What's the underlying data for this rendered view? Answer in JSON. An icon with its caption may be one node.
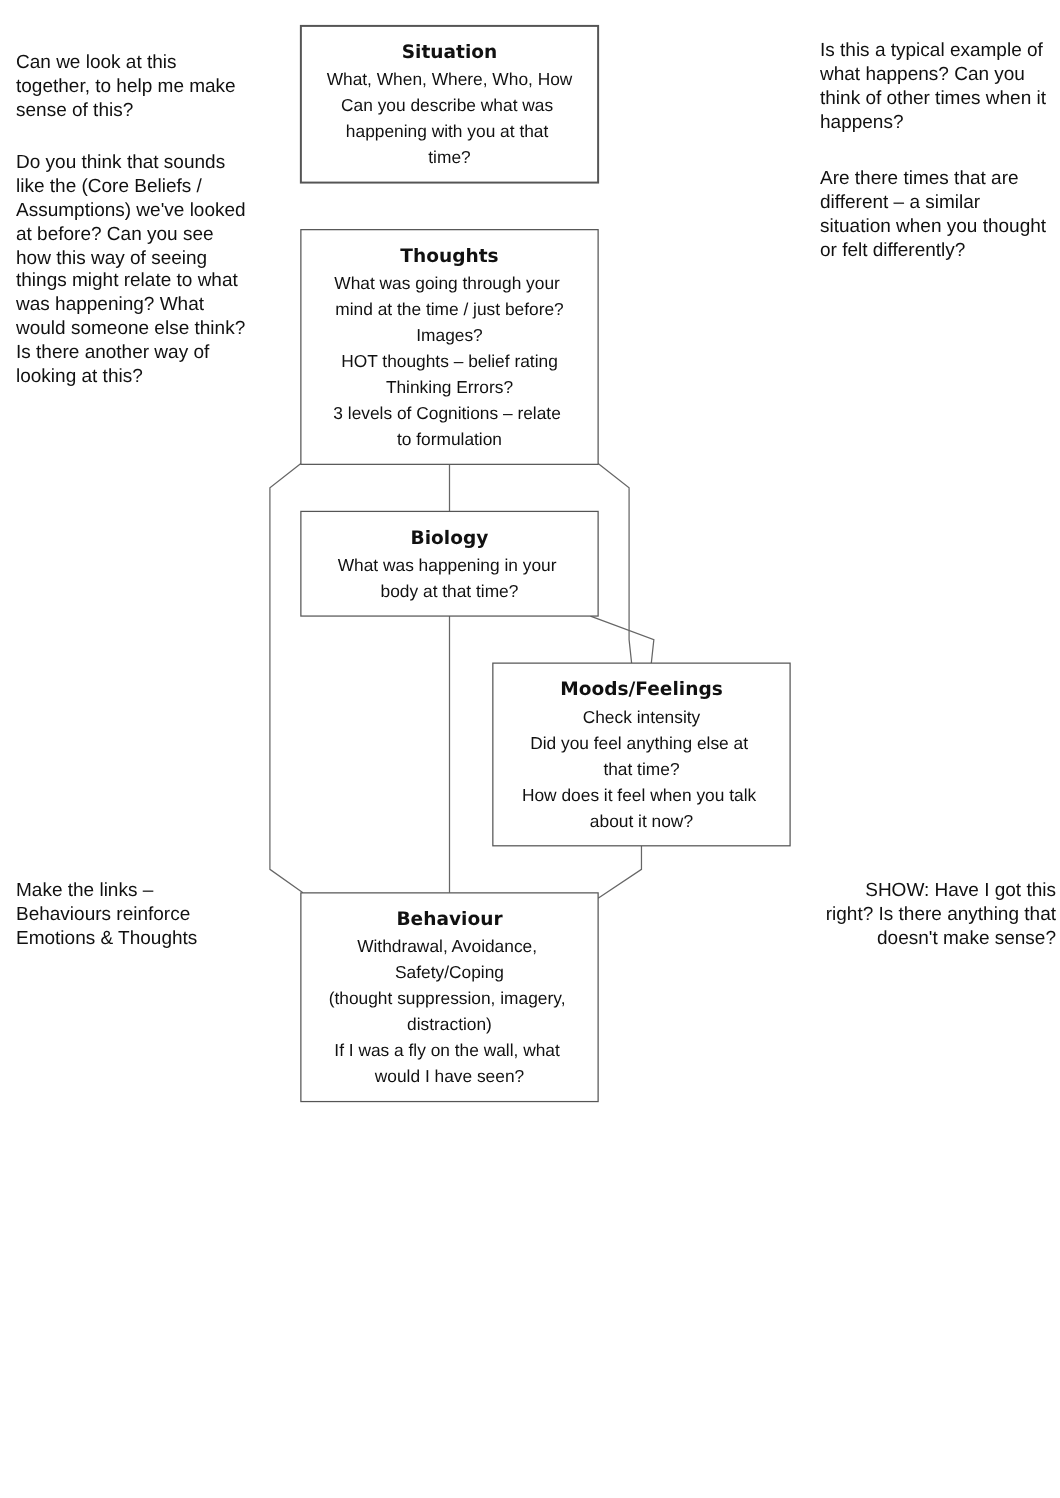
{
  "diagram": {
    "nodes": [
      {
        "text": [
          "Situation",
          "What, When, Where, Who, How",
          "Can you describe what was happening with you at that time?"
        ]
      },
      {
        "text": [
          "Thoughts",
          "What was going through your mind at the time / just before?",
          "Images?",
          "HOT thoughts – belief rating",
          "Thinking Errors?",
          "3 levels of Cognitions – relate to formulation"
        ]
      },
      {
        "text": [
          "Biology",
          "What was happening in your body at that time?"
        ]
      },
      {
        "text": [
          "Moods/Feelings",
          "Check intensity",
          "Did you feel anything else at that time?",
          "How does it feel when you talk about it now?"
        ]
      },
      {
        "text": [
          "Behaviour",
          "Withdrawal, Avoidance, Safety/Coping",
          "(thought suppression, imagery, distraction)",
          "If I was a fly on the wall, what would I have seen?"
        ]
      }
    ],
    "edges": [
      {
        "from": 1,
        "to": 2,
        "arrow": "none"
      },
      {
        "from": 1,
        "to": 3,
        "arrow": "none"
      },
      {
        "from": 1,
        "to": 4,
        "arrow": "none"
      },
      {
        "from": 2,
        "to": 3,
        "arrow": "none"
      },
      {
        "from": 2,
        "to": 4,
        "arrow": "none"
      },
      {
        "from": 3,
        "to": 4,
        "arrow": "none"
      }
    ],
    "labels": [
      "Can we look at this together, to help me make sense of this?",
      "Is this a typical example of what happens? Can you think of other times when it happens?",
      "Do you think that sounds like the (Core Beliefs / Assumptions) we've looked at before? Can you see how this way of seeing things might relate to what was happening? What would someone else think? Is there another way of looking at this?",
      "Are there times that are different – a similar situation when you thought or felt differently?",
      "Make the links – Behaviours reinforce Emotions & Thoughts",
      "SHOW: Have I got this right? Is there anything that doesn't make sense?"
    ]
  }
}
